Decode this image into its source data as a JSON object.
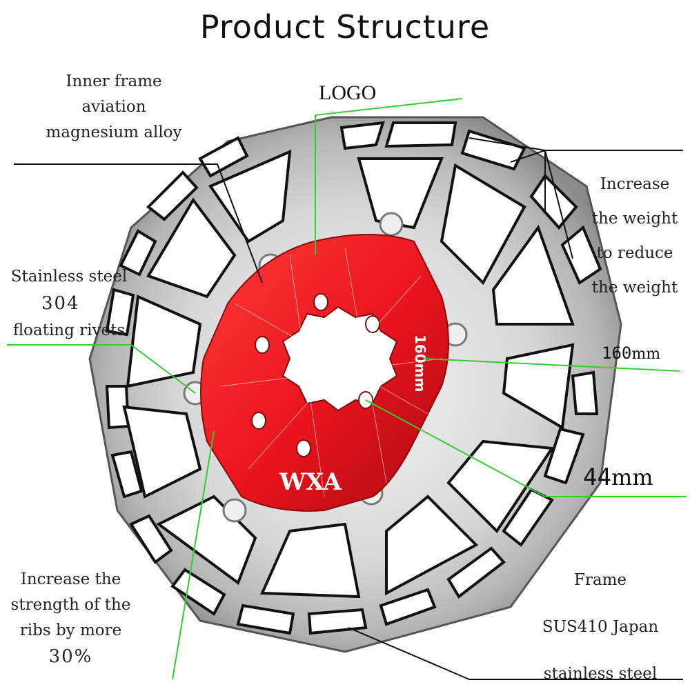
{
  "title": "Product Structure",
  "logo_label": "LOGO",
  "inner_frame": [
    "Inner frame",
    "aviation",
    "magnesium alloy"
  ],
  "rivets": {
    "line1": "Stainless steel",
    "line2": "304",
    "line3": "floating rivets"
  },
  "weight": [
    "Increase",
    "the weight",
    "to reduce",
    "the weight"
  ],
  "diameter": {
    "value": "160",
    "unit": "mm"
  },
  "hub": {
    "value": "44",
    "unit": "mm"
  },
  "ribs": {
    "line1": "Increase the",
    "line2": "strength of the",
    "line3": "ribs by more",
    "line4": "30%"
  },
  "frame": [
    "Frame",
    "SUS410 Japan",
    "stainless steel"
  ],
  "brand_logo": "WXA",
  "rotor_size_mark": "160mm",
  "colors": {
    "carrier": "#e8141c",
    "leader_green": "#33cc33",
    "leader_black": "#111111",
    "steel": "#c9c9c9"
  }
}
